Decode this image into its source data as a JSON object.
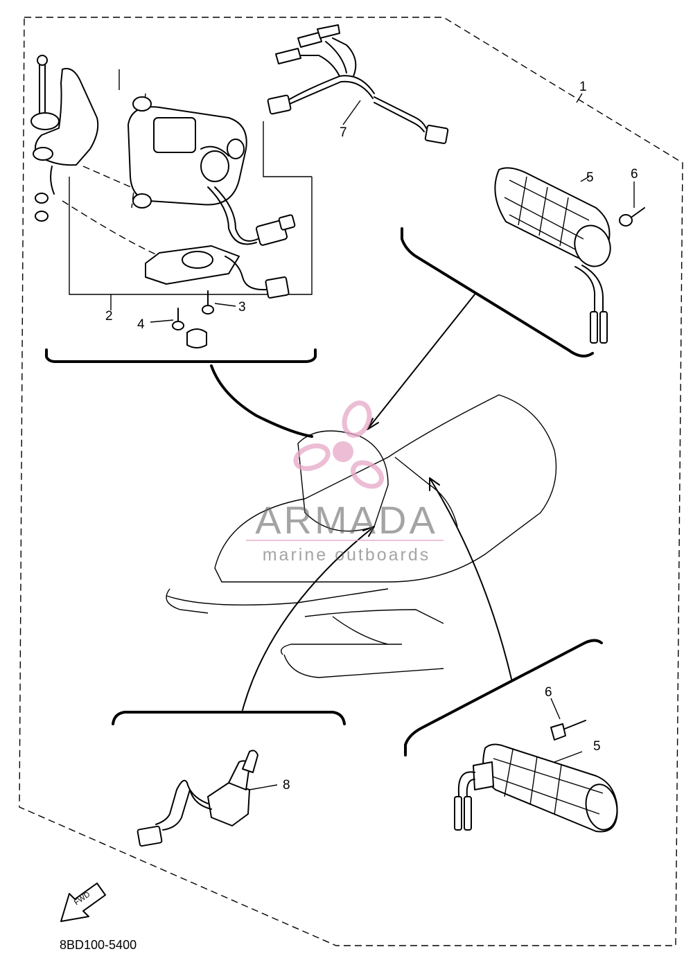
{
  "diagram": {
    "part_labels": [
      "1",
      "2",
      "3",
      "4",
      "5",
      "6",
      "7",
      "8",
      "5",
      "6"
    ],
    "fwd_label": "FWD",
    "drawing_code": "8BD100-5400"
  },
  "watermark": {
    "brand": "ARMADA",
    "tagline": "marine outboards",
    "accent_color": "#e6a8c8"
  },
  "colors": {
    "ink": "#000000",
    "background": "#ffffff"
  }
}
